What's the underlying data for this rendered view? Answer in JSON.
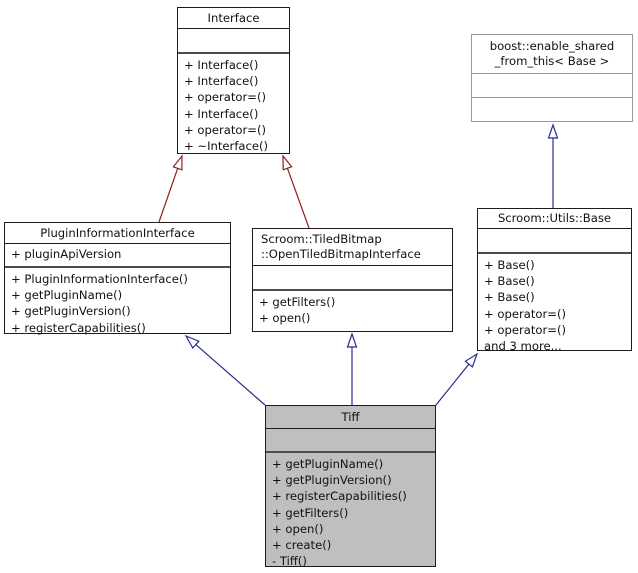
{
  "diagram": {
    "kind": "uml-class-inheritance-diagram",
    "colors": {
      "arrow_red": "#8f1f1f",
      "arrow_blue": "#2b2b8e",
      "highlight_fill": "#bfbfbf",
      "external_border": "#9a9a9a"
    },
    "relationships": [
      {
        "from": "PluginInformationInterface",
        "to": "Interface",
        "type": "inheritance",
        "color": "#8f1f1f"
      },
      {
        "from": "Scroom::TiledBitmap::OpenTiledBitmapInterface",
        "to": "Interface",
        "type": "inheritance",
        "color": "#8f1f1f"
      },
      {
        "from": "Scroom::Utils::Base",
        "to": "boost::enable_shared_from_this< Base >",
        "type": "inheritance",
        "color": "#2b2b8e"
      },
      {
        "from": "Tiff",
        "to": "PluginInformationInterface",
        "type": "inheritance",
        "color": "#2b2b8e"
      },
      {
        "from": "Tiff",
        "to": "Scroom::TiledBitmap::OpenTiledBitmapInterface",
        "type": "inheritance",
        "color": "#2b2b8e"
      },
      {
        "from": "Tiff",
        "to": "Scroom::Utils::Base",
        "type": "inheritance",
        "color": "#2b2b8e"
      }
    ]
  },
  "classes": {
    "interface": {
      "title": "Interface",
      "methods": [
        "+ Interface()",
        "+ Interface()",
        "+ operator=()",
        "+ Interface()",
        "+ operator=()",
        "+ ~Interface()"
      ]
    },
    "boost_enable_shared": {
      "title": "boost::enable_shared_from_this< Base >",
      "title_lines": [
        "boost::enable_shared",
        "_from_this< Base >"
      ]
    },
    "plugin_information_interface": {
      "title": "PluginInformationInterface",
      "attributes": [
        "+ pluginApiVersion"
      ],
      "methods": [
        "+ PluginInformationInterface()",
        "+ getPluginName()",
        "+ getPluginVersion()",
        "+ registerCapabilities()"
      ]
    },
    "open_tiled_bitmap_interface": {
      "title": "Scroom::TiledBitmap::OpenTiledBitmapInterface",
      "title_lines": [
        "Scroom::TiledBitmap",
        "::OpenTiledBitmapInterface"
      ],
      "methods": [
        "+ getFilters()",
        "+ open()"
      ]
    },
    "scroom_utils_base": {
      "title": "Scroom::Utils::Base",
      "methods": [
        "+ Base()",
        "+ Base()",
        "+ Base()",
        "+ operator=()",
        "+ operator=()",
        "and 3 more..."
      ]
    },
    "tiff": {
      "title": "Tiff",
      "methods": [
        "+ getPluginName()",
        "+ getPluginVersion()",
        "+ registerCapabilities()",
        "+ getFilters()",
        "+ open()",
        "+ create()",
        "- Tiff()"
      ]
    }
  }
}
